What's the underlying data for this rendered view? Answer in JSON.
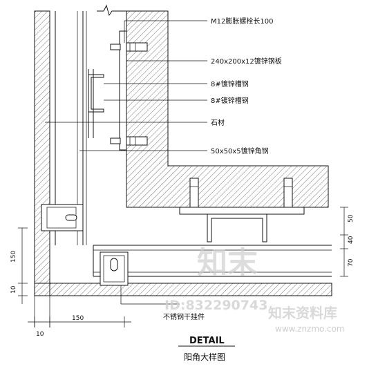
{
  "labels": {
    "anchor_bolt": "M12膨胀螺栓长100",
    "plate": "240x200x12镀锌钢板",
    "channel_1": "8#镀锌槽钢",
    "channel_2": "8#镀锌槽钢",
    "stone": "石材",
    "angle": "50x50x5镀锌角钢",
    "pendant": "不锈钢干挂件"
  },
  "dimensions": {
    "right_top": "50",
    "right_mid": "40",
    "right_bot": "70",
    "left_150": "150",
    "left_10": "10",
    "bottom_150": "150",
    "bottom_10": "10"
  },
  "title": {
    "detail": "DETAIL",
    "subtitle": "阳角大样图"
  },
  "watermark": {
    "id_text": "ID:832290743",
    "brand_text": "知末资料库",
    "url": "www.znzmo.com",
    "logo_text": "知末"
  },
  "colors": {
    "line": "#111111",
    "hatch": "#555555",
    "watermark": "#cfcfcf"
  }
}
